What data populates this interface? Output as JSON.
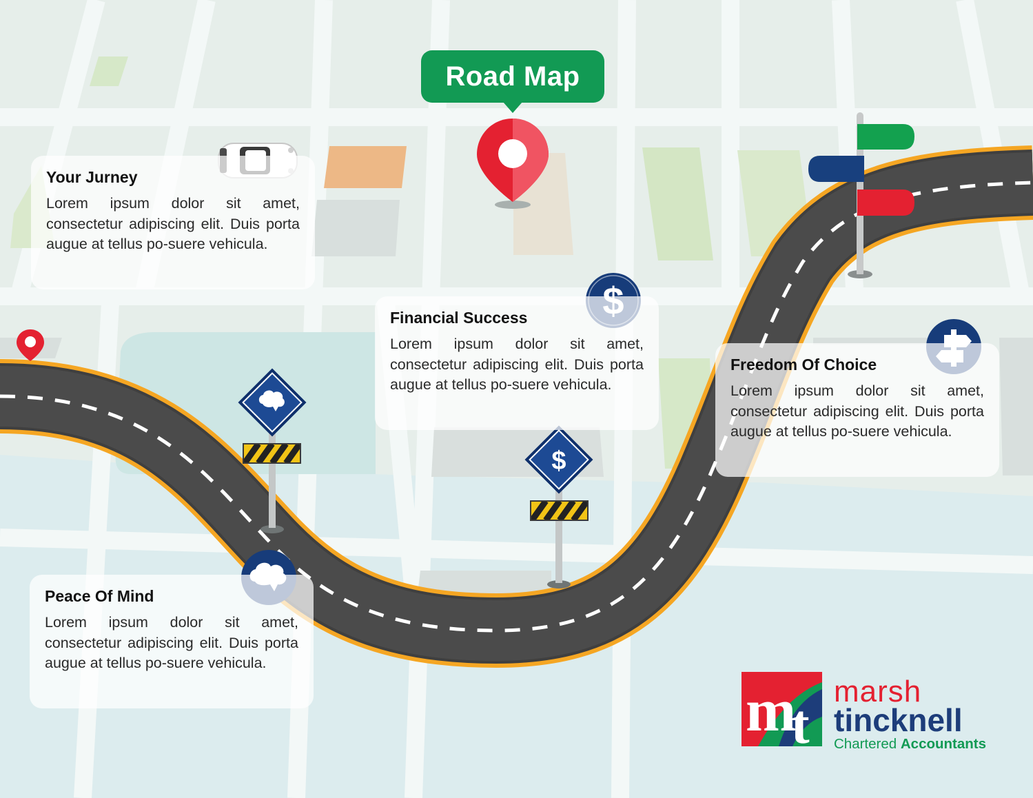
{
  "title": "Road Map",
  "cards": {
    "journey": {
      "heading": "Your Jurney",
      "body": "Lorem ipsum dolor sit amet, consectetur adipiscing elit. Duis porta augue at tellus po-suere vehicula."
    },
    "financial": {
      "heading": "Financial Success",
      "body": "Lorem ipsum dolor sit amet, consectetur adipiscing elit. Duis porta augue at tellus po-suere vehicula."
    },
    "freedom": {
      "heading": "Freedom Of Choice",
      "body": "Lorem ipsum dolor sit amet, consectetur adipiscing elit. Duis porta augue at tellus po-suere vehicula."
    },
    "peace": {
      "heading": "Peace Of Mind",
      "body": "Lorem ipsum dolor sit amet, consectetur adipiscing elit. Duis porta augue at tellus po-suere vehicula."
    }
  },
  "icons": {
    "financial": "dollar-icon",
    "freedom": "signpost-icon",
    "peace": "brain-icon"
  },
  "logo": {
    "line1": "marsh",
    "line2": "tincknell",
    "sub1": "Chartered",
    "sub2": "Accountants"
  },
  "colors": {
    "green": "#129a54",
    "red": "#e42131",
    "navy": "#1d3d7a",
    "road": "#4a4a4a",
    "road_edge": "#f5a623"
  }
}
